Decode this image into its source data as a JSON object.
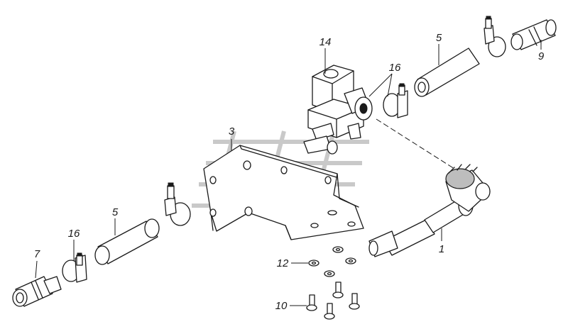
{
  "diagram": {
    "callouts": {
      "part_1": "1",
      "part_3": "3",
      "part_5_top": "5",
      "part_5_left": "5",
      "part_7": "7",
      "part_9": "9",
      "part_10": "10",
      "part_12": "12",
      "part_14": "14",
      "part_16_top": "16",
      "part_16_left": "16"
    }
  },
  "colors": {
    "line": "#1a1a1a",
    "watermark": "#c9c9c9",
    "background": "#ffffff"
  }
}
